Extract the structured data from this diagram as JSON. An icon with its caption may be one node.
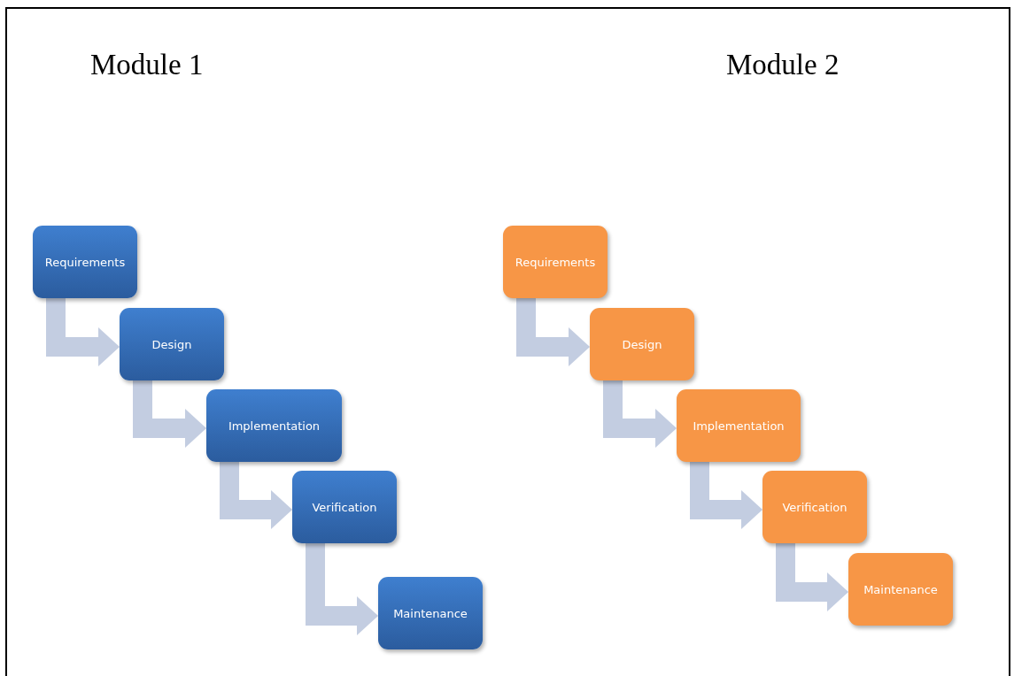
{
  "diagram": {
    "nodes": [
      {
        "text": [
          "Requirements"
        ]
      },
      {
        "text": [
          "Design"
        ]
      },
      {
        "text": [
          "Implementation"
        ]
      },
      {
        "text": [
          "Verification"
        ]
      },
      {
        "text": [
          "Maintenance"
        ]
      },
      {
        "text": [
          "Requirements"
        ]
      },
      {
        "text": [
          "Design"
        ]
      },
      {
        "text": [
          "Implementation"
        ]
      },
      {
        "text": [
          "Verification"
        ]
      },
      {
        "text": [
          "Maintenance"
        ]
      }
    ],
    "edges": [
      {
        "from": 0,
        "to": 1,
        "arrow": "to"
      },
      {
        "from": 1,
        "to": 2,
        "arrow": "to"
      },
      {
        "from": 2,
        "to": 3,
        "arrow": "to"
      },
      {
        "from": 3,
        "to": 4,
        "arrow": "to"
      },
      {
        "from": 5,
        "to": 6,
        "arrow": "to"
      },
      {
        "from": 6,
        "to": 7,
        "arrow": "to"
      },
      {
        "from": 7,
        "to": 8,
        "arrow": "to"
      },
      {
        "from": 8,
        "to": 9,
        "arrow": "to"
      }
    ],
    "labels": [
      "Module 1",
      "Module 2"
    ]
  }
}
